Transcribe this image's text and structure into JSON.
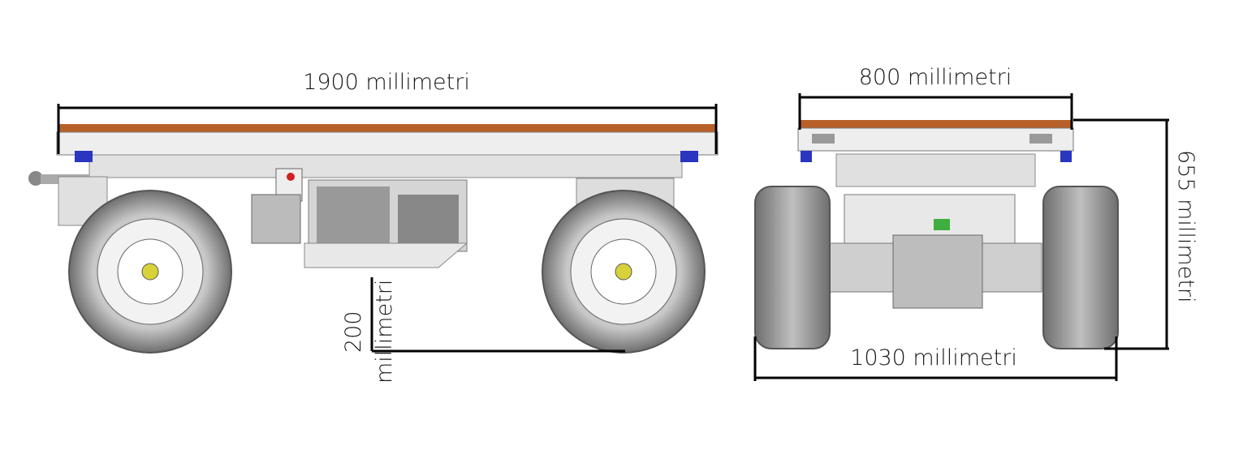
{
  "side_view": {
    "length_label": "1900 millimetri",
    "ground_clearance_value": "200",
    "ground_clearance_unit": "millimetri"
  },
  "front_view": {
    "deck_width_label": "800 millimetri",
    "height_label": "655 millimetri",
    "track_width_label": "1030 millimetri"
  },
  "colors": {
    "deck": "#b8602a",
    "frame": "#e6e6e6",
    "tire": "#8a8a8a",
    "bracket": "#2a35c0",
    "hub": "#d8d23a"
  }
}
